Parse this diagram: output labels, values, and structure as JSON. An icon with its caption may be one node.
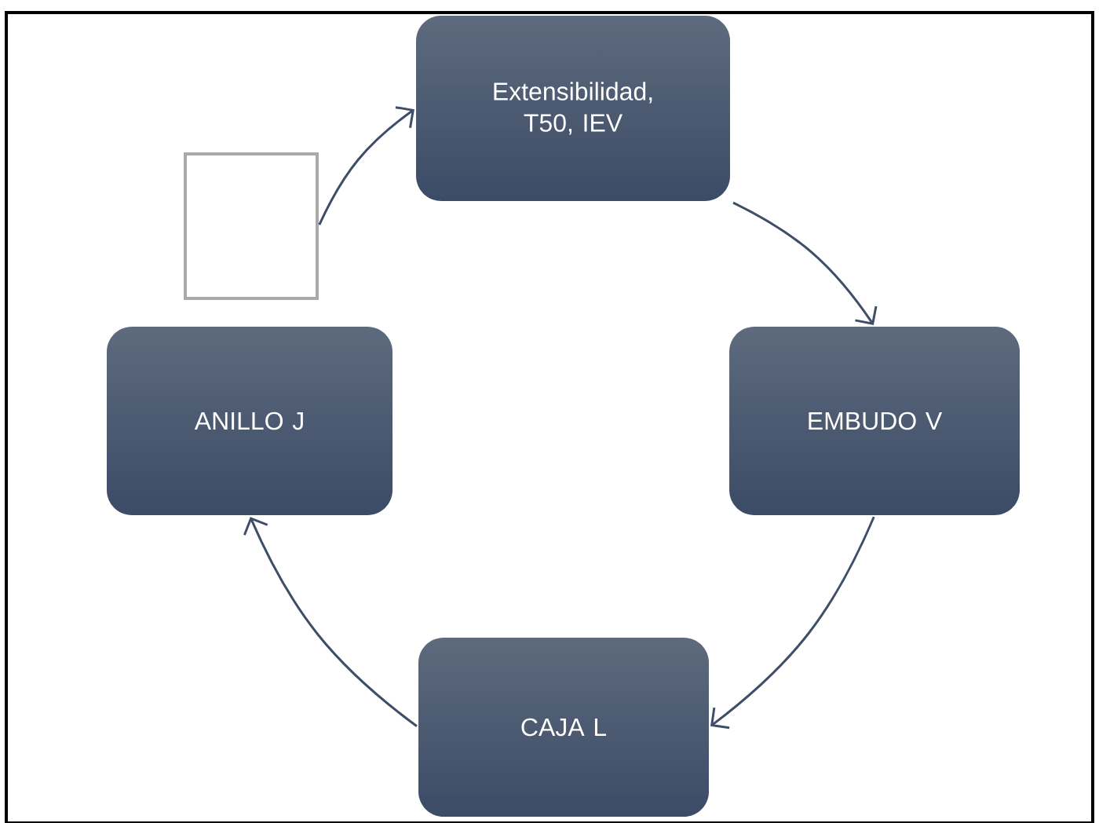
{
  "diagram": {
    "nodes": [
      {
        "text": [
          "Extensibilidad, T50, IEV"
        ]
      },
      {
        "text": [
          "EMBUDO V"
        ]
      },
      {
        "text": [
          "CAJA L"
        ]
      },
      {
        "text": [
          "ANILLO J"
        ]
      },
      {
        "text": [],
        "shape": "box"
      }
    ],
    "edges": [
      {
        "from": 0,
        "to": 1,
        "arrow": "to"
      },
      {
        "from": 1,
        "to": 2,
        "arrow": "to"
      },
      {
        "from": 2,
        "to": 3,
        "arrow": "to"
      },
      {
        "from": 4,
        "to": 0,
        "arrow": "to"
      }
    ]
  }
}
